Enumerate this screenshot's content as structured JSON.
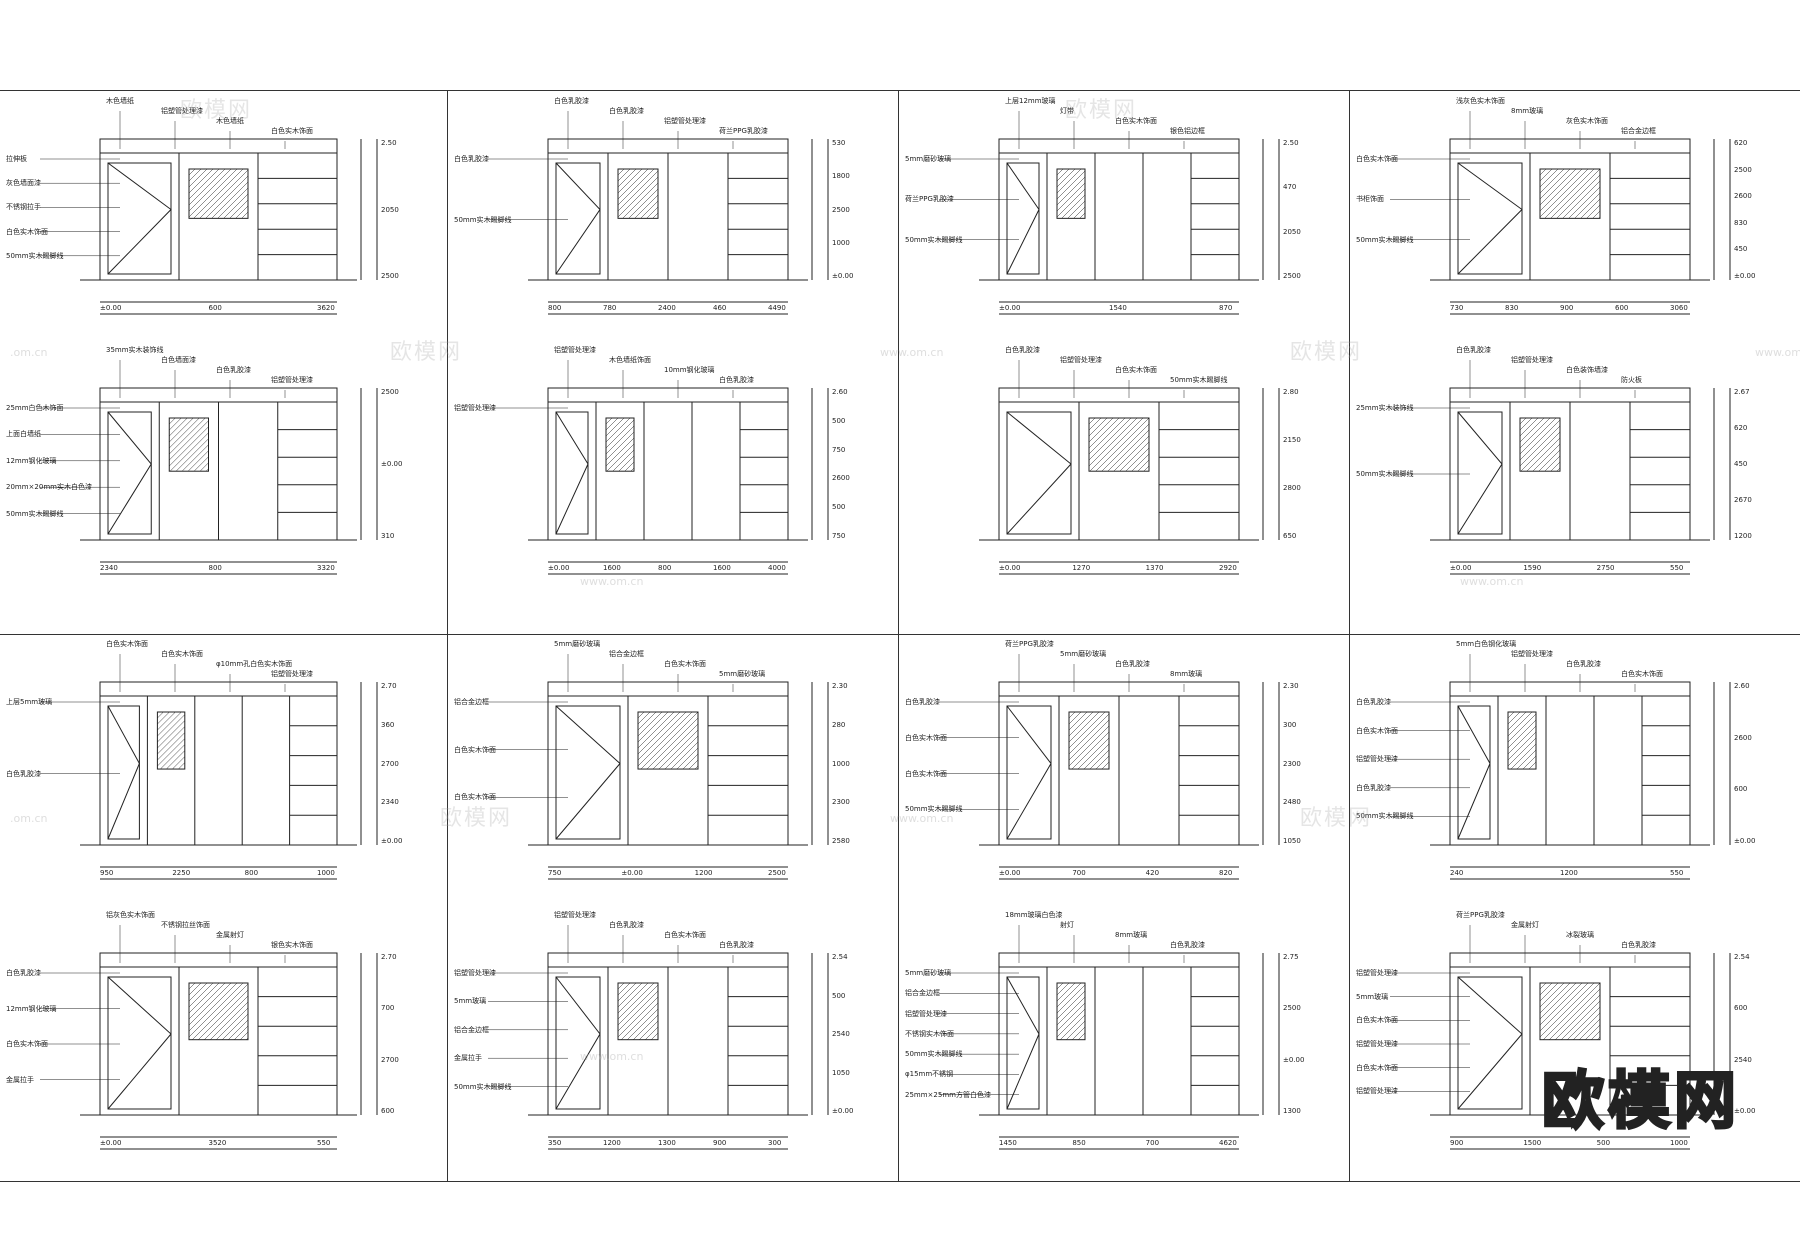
{
  "watermark": {
    "brand": "欧模网",
    "url": "www.om.cn",
    "url_edge": ".om.cn",
    "logo": "欧模网"
  },
  "panels": [
    {
      "labels": [
        "木色墙纸",
        "铝塑管处理漆",
        "木色墙纸",
        "白色实木饰面",
        "拉伸板",
        "灰色墙面漆",
        "不锈钢拉手",
        "白色实木饰面",
        "50mm实木踢脚线"
      ],
      "dims": [
        "2.50",
        "2050",
        "2500",
        "±0.00",
        "600",
        "3620"
      ]
    },
    {
      "labels": [
        "白色乳胶漆",
        "白色乳胶漆",
        "铝塑管处理漆",
        "荷兰PPG乳胶漆",
        "白色乳胶漆",
        "50mm实木踢脚线"
      ],
      "dims": [
        "530",
        "1800",
        "2500",
        "1000",
        "±0.00",
        "800",
        "780",
        "2400",
        "460",
        "4490"
      ]
    },
    {
      "labels": [
        "上层12mm玻璃",
        "灯带",
        "白色实木饰面",
        "银色铝边框",
        "5mm磨砂玻璃",
        "荷兰PPG乳胶漆",
        "50mm实木踢脚线"
      ],
      "dims": [
        "2.50",
        "470",
        "2050",
        "2500",
        "±0.00",
        "1540",
        "870"
      ]
    },
    {
      "labels": [
        "浅灰色实木饰面",
        "8mm玻璃",
        "灰色实木饰面",
        "铝合金边框",
        "白色实木饰面",
        "书柜饰面",
        "50mm实木踢脚线"
      ],
      "dims": [
        "620",
        "2500",
        "2600",
        "830",
        "450",
        "±0.00",
        "730",
        "830",
        "900",
        "600",
        "3060"
      ]
    },
    {
      "labels": [
        "35mm实木装饰线",
        "白色墙面漆",
        "白色乳胶漆",
        "铝塑管处理漆",
        "25mm白色木饰面",
        "上面白墙纸",
        "12mm钢化玻璃",
        "20mm×20mm实木白色漆",
        "50mm实木踢脚线"
      ],
      "dims": [
        "2500",
        "±0.00",
        "310",
        "2340",
        "800",
        "3320"
      ]
    },
    {
      "labels": [
        "铝塑管处理漆",
        "木色墙纸饰面",
        "10mm钢化玻璃",
        "白色乳胶漆",
        "铝塑管处理漆"
      ],
      "dims": [
        "2.60",
        "500",
        "750",
        "2600",
        "500",
        "750",
        "±0.00",
        "1600",
        "800",
        "1600",
        "4000"
      ]
    },
    {
      "labels": [
        "白色乳胶漆",
        "铝塑管处理漆",
        "白色实木饰面",
        "50mm实木踢脚线"
      ],
      "dims": [
        "2.80",
        "2150",
        "2800",
        "650",
        "±0.00",
        "1270",
        "1370",
        "2920"
      ]
    },
    {
      "labels": [
        "白色乳胶漆",
        "铝塑管处理漆",
        "白色装饰墙漆",
        "防火板",
        "25mm实木装饰线",
        "50mm实木踢脚线"
      ],
      "dims": [
        "2.67",
        "620",
        "450",
        "2670",
        "1200",
        "±0.00",
        "1590",
        "2750",
        "550"
      ]
    },
    {
      "labels": [
        "白色实木饰面",
        "白色实木饰面",
        "φ10mm孔白色实木饰面",
        "铝塑管处理漆",
        "上层5mm玻璃",
        "白色乳胶漆"
      ],
      "dims": [
        "2.70",
        "360",
        "2700",
        "2340",
        "±0.00",
        "950",
        "2250",
        "800",
        "1000"
      ]
    },
    {
      "labels": [
        "5mm磨砂玻璃",
        "铝合金边框",
        "白色实木饰面",
        "5mm磨砂玻璃",
        "铝合金边框",
        "白色实木饰面",
        "白色实木饰面"
      ],
      "dims": [
        "2.30",
        "280",
        "1000",
        "2300",
        "2580",
        "750",
        "±0.00",
        "1200",
        "2500"
      ]
    },
    {
      "labels": [
        "荷兰PPG乳胶漆",
        "5mm磨砂玻璃",
        "白色乳胶漆",
        "8mm玻璃",
        "白色乳胶漆",
        "白色实木饰面",
        "白色实木饰面",
        "50mm实木踢脚线"
      ],
      "dims": [
        "2.30",
        "300",
        "2300",
        "2480",
        "1050",
        "±0.00",
        "700",
        "420",
        "820"
      ]
    },
    {
      "labels": [
        "5mm白色钢化玻璃",
        "铝塑管处理漆",
        "白色乳胶漆",
        "白色实木饰面",
        "白色乳胶漆",
        "白色实木饰面",
        "铝塑管处理漆",
        "白色乳胶漆",
        "50mm实木踢脚线"
      ],
      "dims": [
        "2.60",
        "2600",
        "600",
        "±0.00",
        "240",
        "1200",
        "550"
      ]
    },
    {
      "labels": [
        "铝灰色实木饰面",
        "不锈钢拉丝饰面",
        "金属射灯",
        "银色实木饰面",
        "白色乳胶漆",
        "12mm钢化玻璃",
        "白色实木饰面",
        "金属拉手"
      ],
      "dims": [
        "2.70",
        "700",
        "2700",
        "600",
        "±0.00",
        "3520",
        "550"
      ]
    },
    {
      "labels": [
        "铝塑管处理漆",
        "白色乳胶漆",
        "白色实木饰面",
        "白色乳胶漆",
        "铝塑管处理漆",
        "5mm玻璃",
        "铝合金边框",
        "金属拉手",
        "50mm实木踢脚线"
      ],
      "dims": [
        "2.54",
        "500",
        "2540",
        "1050",
        "±0.00",
        "350",
        "1200",
        "1300",
        "900",
        "300"
      ]
    },
    {
      "labels": [
        "18mm玻璃白色漆",
        "射灯",
        "8mm玻璃",
        "白色乳胶漆",
        "5mm磨砂玻璃",
        "铝合金边框",
        "铝塑管处理漆",
        "不锈钢实木饰面",
        "50mm实木踢脚线",
        "φ15mm不锈钢",
        "25mm×25mm方管白色漆"
      ],
      "dims": [
        "2.75",
        "2500",
        "±0.00",
        "1300",
        "1450",
        "850",
        "700",
        "4620"
      ]
    },
    {
      "labels": [
        "荷兰PPG乳胶漆",
        "金属射灯",
        "冰裂玻璃",
        "白色乳胶漆",
        "铝塑管处理漆",
        "5mm玻璃",
        "白色实木饰面",
        "铝塑管处理漆",
        "白色实木饰面",
        "铝塑管处理漆"
      ],
      "dims": [
        "2.54",
        "600",
        "2540",
        "±0.00",
        "900",
        "1500",
        "500",
        "1000"
      ]
    }
  ]
}
